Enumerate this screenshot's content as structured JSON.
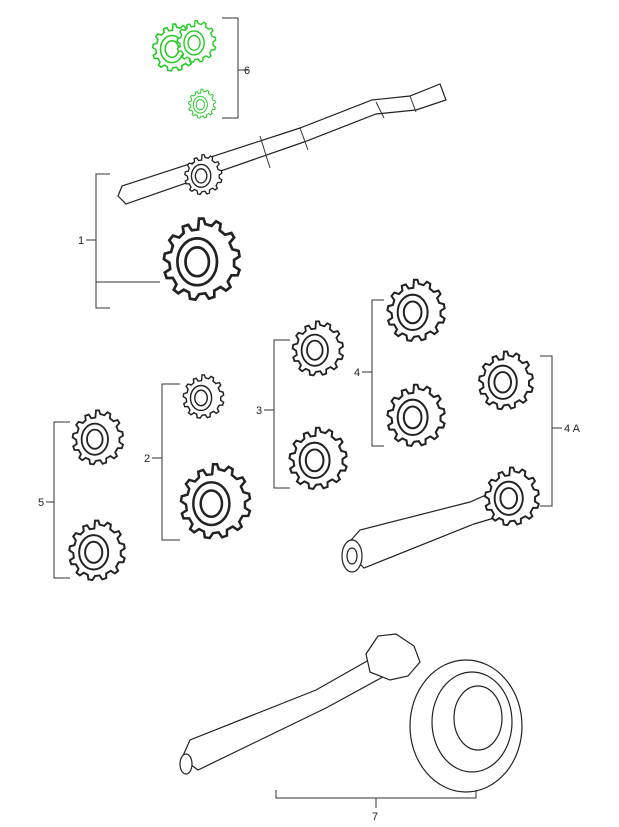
{
  "diagram": {
    "highlight_color": "#22cc22",
    "line_color": "#222222",
    "labels": {
      "group_1": "1",
      "group_2": "2",
      "group_3": "3",
      "group_4": "4",
      "group_4a": "4 A",
      "group_5": "5",
      "group_6": "6",
      "group_7": "7"
    }
  }
}
